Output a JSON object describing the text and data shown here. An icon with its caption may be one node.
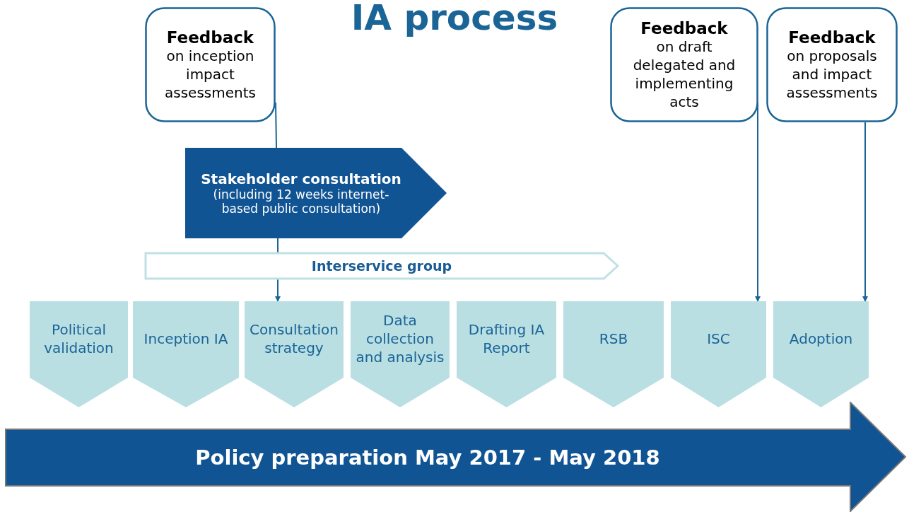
{
  "diagram": {
    "title": "IA process",
    "nodes": [
      {
        "text": [
          "Feedback",
          "on inception impact assessments"
        ]
      },
      {
        "text": [
          "Feedback",
          "on draft delegated and implementing acts"
        ]
      },
      {
        "text": [
          "Feedback",
          "on proposals and impact assessments"
        ]
      },
      {
        "text": [
          "Stakeholder consultation",
          "(including 12 weeks internet-based public consultation)"
        ]
      },
      {
        "text": [
          "Interservice group"
        ]
      },
      {
        "text": [
          "Political validation"
        ]
      },
      {
        "text": [
          "Inception IA"
        ]
      },
      {
        "text": [
          "Consultation strategy"
        ]
      },
      {
        "text": [
          "Data collection and analysis"
        ]
      },
      {
        "text": [
          "Drafting IA Report"
        ]
      },
      {
        "text": [
          "RSB"
        ]
      },
      {
        "text": [
          "ISC"
        ]
      },
      {
        "text": [
          "Adoption"
        ]
      },
      {
        "text": [
          "Policy preparation May 2017 - May 2018"
        ]
      }
    ],
    "edges": [
      {
        "from": 0,
        "to": 3,
        "arrow": "none"
      },
      {
        "from": 3,
        "to": 4,
        "arrow": "none"
      },
      {
        "from": 4,
        "to": 7,
        "arrow": "to"
      },
      {
        "from": 1,
        "to": 11,
        "arrow": "to"
      },
      {
        "from": 2,
        "to": 12,
        "arrow": "to"
      }
    ]
  }
}
